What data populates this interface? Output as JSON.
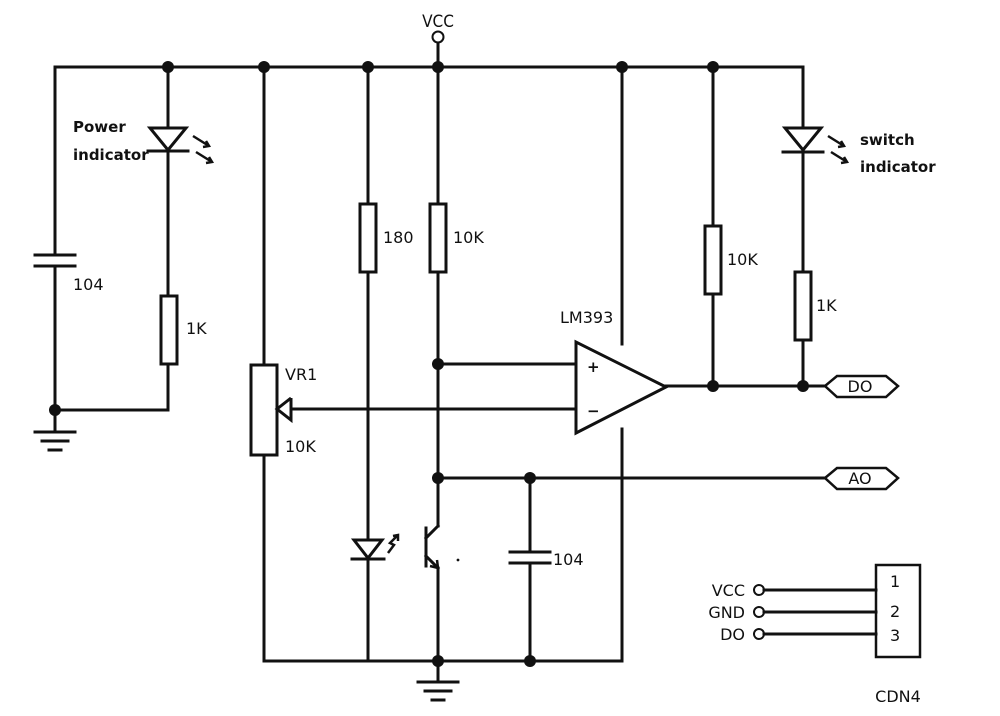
{
  "labels": {
    "vcc_top": "VCC",
    "power_indicator_line1": "Power",
    "power_indicator_line2": "indicator",
    "switch_indicator_line1": "switch",
    "switch_indicator_line2": "indicator",
    "cap_left": "104",
    "res_power_led": "1K",
    "res_180": "180",
    "res_10k_center": "10K",
    "res_10k_pullup": "10K",
    "res_switch_led": "1K",
    "opamp": "LM393",
    "opamp_plus": "+",
    "opamp_minus": "−",
    "pot_name": "VR1",
    "pot_value": "10K",
    "cap_bottom": "104",
    "out_do": "DO",
    "out_ao": "AO",
    "conn_vcc": "VCC",
    "conn_gnd": "GND",
    "conn_do": "DO",
    "conn_pin1": "1",
    "conn_pin2": "2",
    "conn_pin3": "3",
    "connector": "CDN4"
  }
}
